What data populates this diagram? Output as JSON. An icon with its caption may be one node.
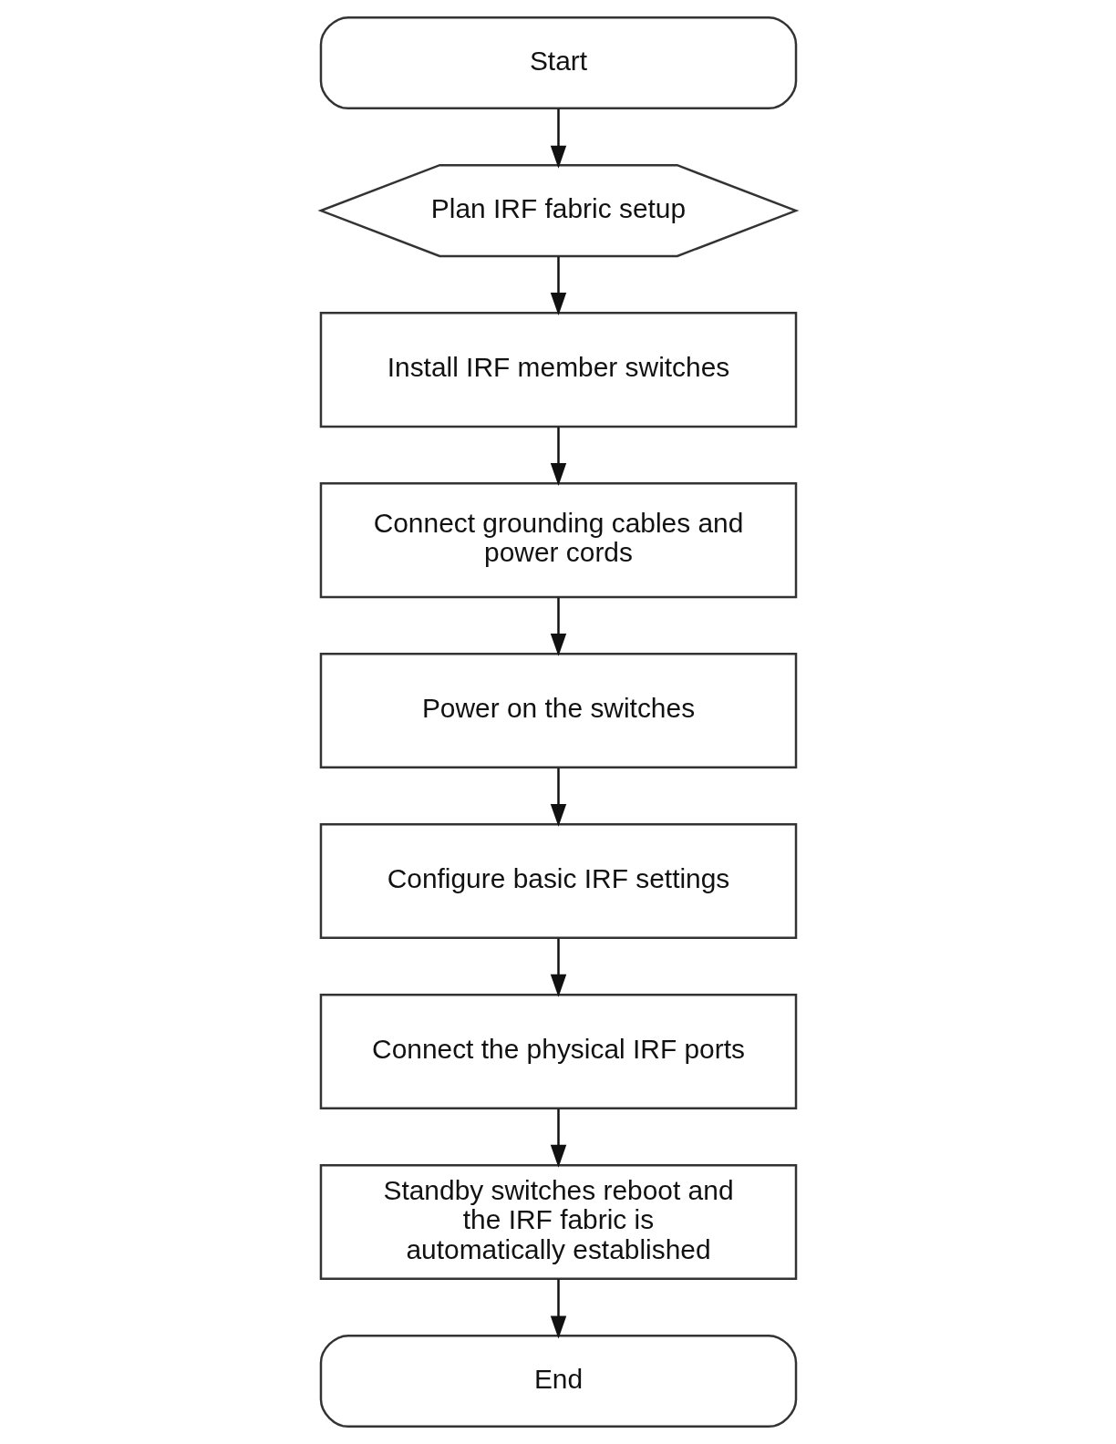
{
  "diagram": {
    "nodes": [
      {
        "text": [
          "Start"
        ]
      },
      {
        "text": [
          "Plan IRF fabric setup"
        ]
      },
      {
        "text": [
          "Install IRF member switches"
        ]
      },
      {
        "text": [
          "Connect grounding cables and power cords"
        ]
      },
      {
        "text": [
          "Power on the switches"
        ]
      },
      {
        "text": [
          "Configure basic IRF settings"
        ]
      },
      {
        "text": [
          "Connect the physical IRF ports"
        ]
      },
      {
        "text": [
          "Standby switches reboot and the IRF fabric is automatically established"
        ]
      },
      {
        "text": [
          "End"
        ]
      }
    ],
    "edges": [
      {
        "from": 0,
        "to": 1,
        "arrow": "to"
      },
      {
        "from": 1,
        "to": 2,
        "arrow": "to"
      },
      {
        "from": 2,
        "to": 3,
        "arrow": "to"
      },
      {
        "from": 3,
        "to": 4,
        "arrow": "to"
      },
      {
        "from": 4,
        "to": 5,
        "arrow": "to"
      },
      {
        "from": 5,
        "to": 6,
        "arrow": "to"
      },
      {
        "from": 6,
        "to": 7,
        "arrow": "to"
      },
      {
        "from": 7,
        "to": 8,
        "arrow": "to"
      }
    ]
  }
}
